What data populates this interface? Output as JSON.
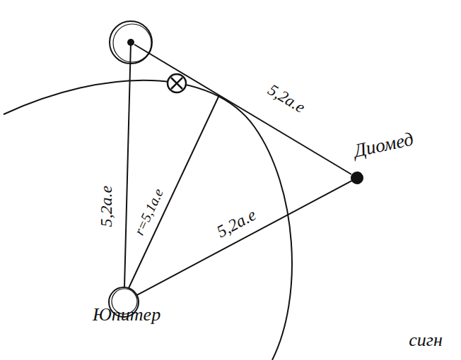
{
  "diagram": {
    "nodes": [
      {
        "text": [
          "Юпитер"
        ]
      },
      {
        "text": [
          "Диомед"
        ]
      }
    ],
    "edges": [
      {
        "from": 0,
        "to": 1,
        "arrow": "none",
        "label": "5,2а.е"
      }
    ],
    "labels": [
      "5,2а.е",
      "r=5,1а.е",
      "5,2а.е",
      "сигн"
    ]
  }
}
